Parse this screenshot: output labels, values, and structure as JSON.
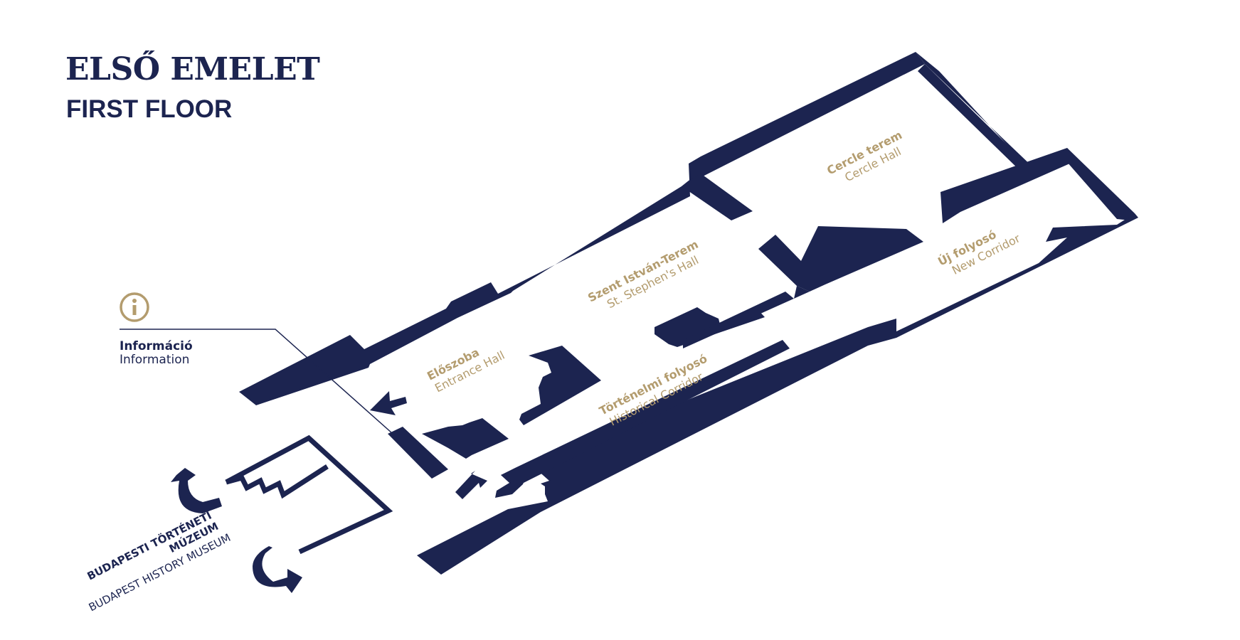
{
  "header": {
    "title_hu": "ELSŐ EMELET",
    "title_en": "FIRST FLOOR"
  },
  "colors": {
    "wall": "#1c2450",
    "label_gold": "#b39c6e",
    "background": "#ffffff"
  },
  "info": {
    "icon": "info-icon",
    "label_hu": "Információ",
    "label_en": "Information"
  },
  "rooms": [
    {
      "id": "eloszoba",
      "hu": "Előszoba",
      "en": "Entrance Hall"
    },
    {
      "id": "szent-istvan",
      "hu": "Szent István-Terem",
      "en": "St. Stephen's Hall"
    },
    {
      "id": "cercle",
      "hu": "Cercle terem",
      "en": "Cercle Hall"
    },
    {
      "id": "tortenelmi",
      "hu": "Történelmi folyosó",
      "en": "Historical Corridor"
    },
    {
      "id": "uj-folyoso",
      "hu": "Új folyosó",
      "en": "New Corridor"
    }
  ],
  "museum": {
    "hu_line1": "BUDAPESTI TÖRTÉNETI",
    "hu_line2": "MÚZEUM",
    "en": "BUDAPEST HISTORY MUSEUM"
  },
  "icons": [
    "info-icon",
    "arrow-out-icon",
    "arrow-in-icon",
    "u-turn-up-arrow-icon",
    "u-turn-down-arrow-icon",
    "stairs-icon"
  ]
}
